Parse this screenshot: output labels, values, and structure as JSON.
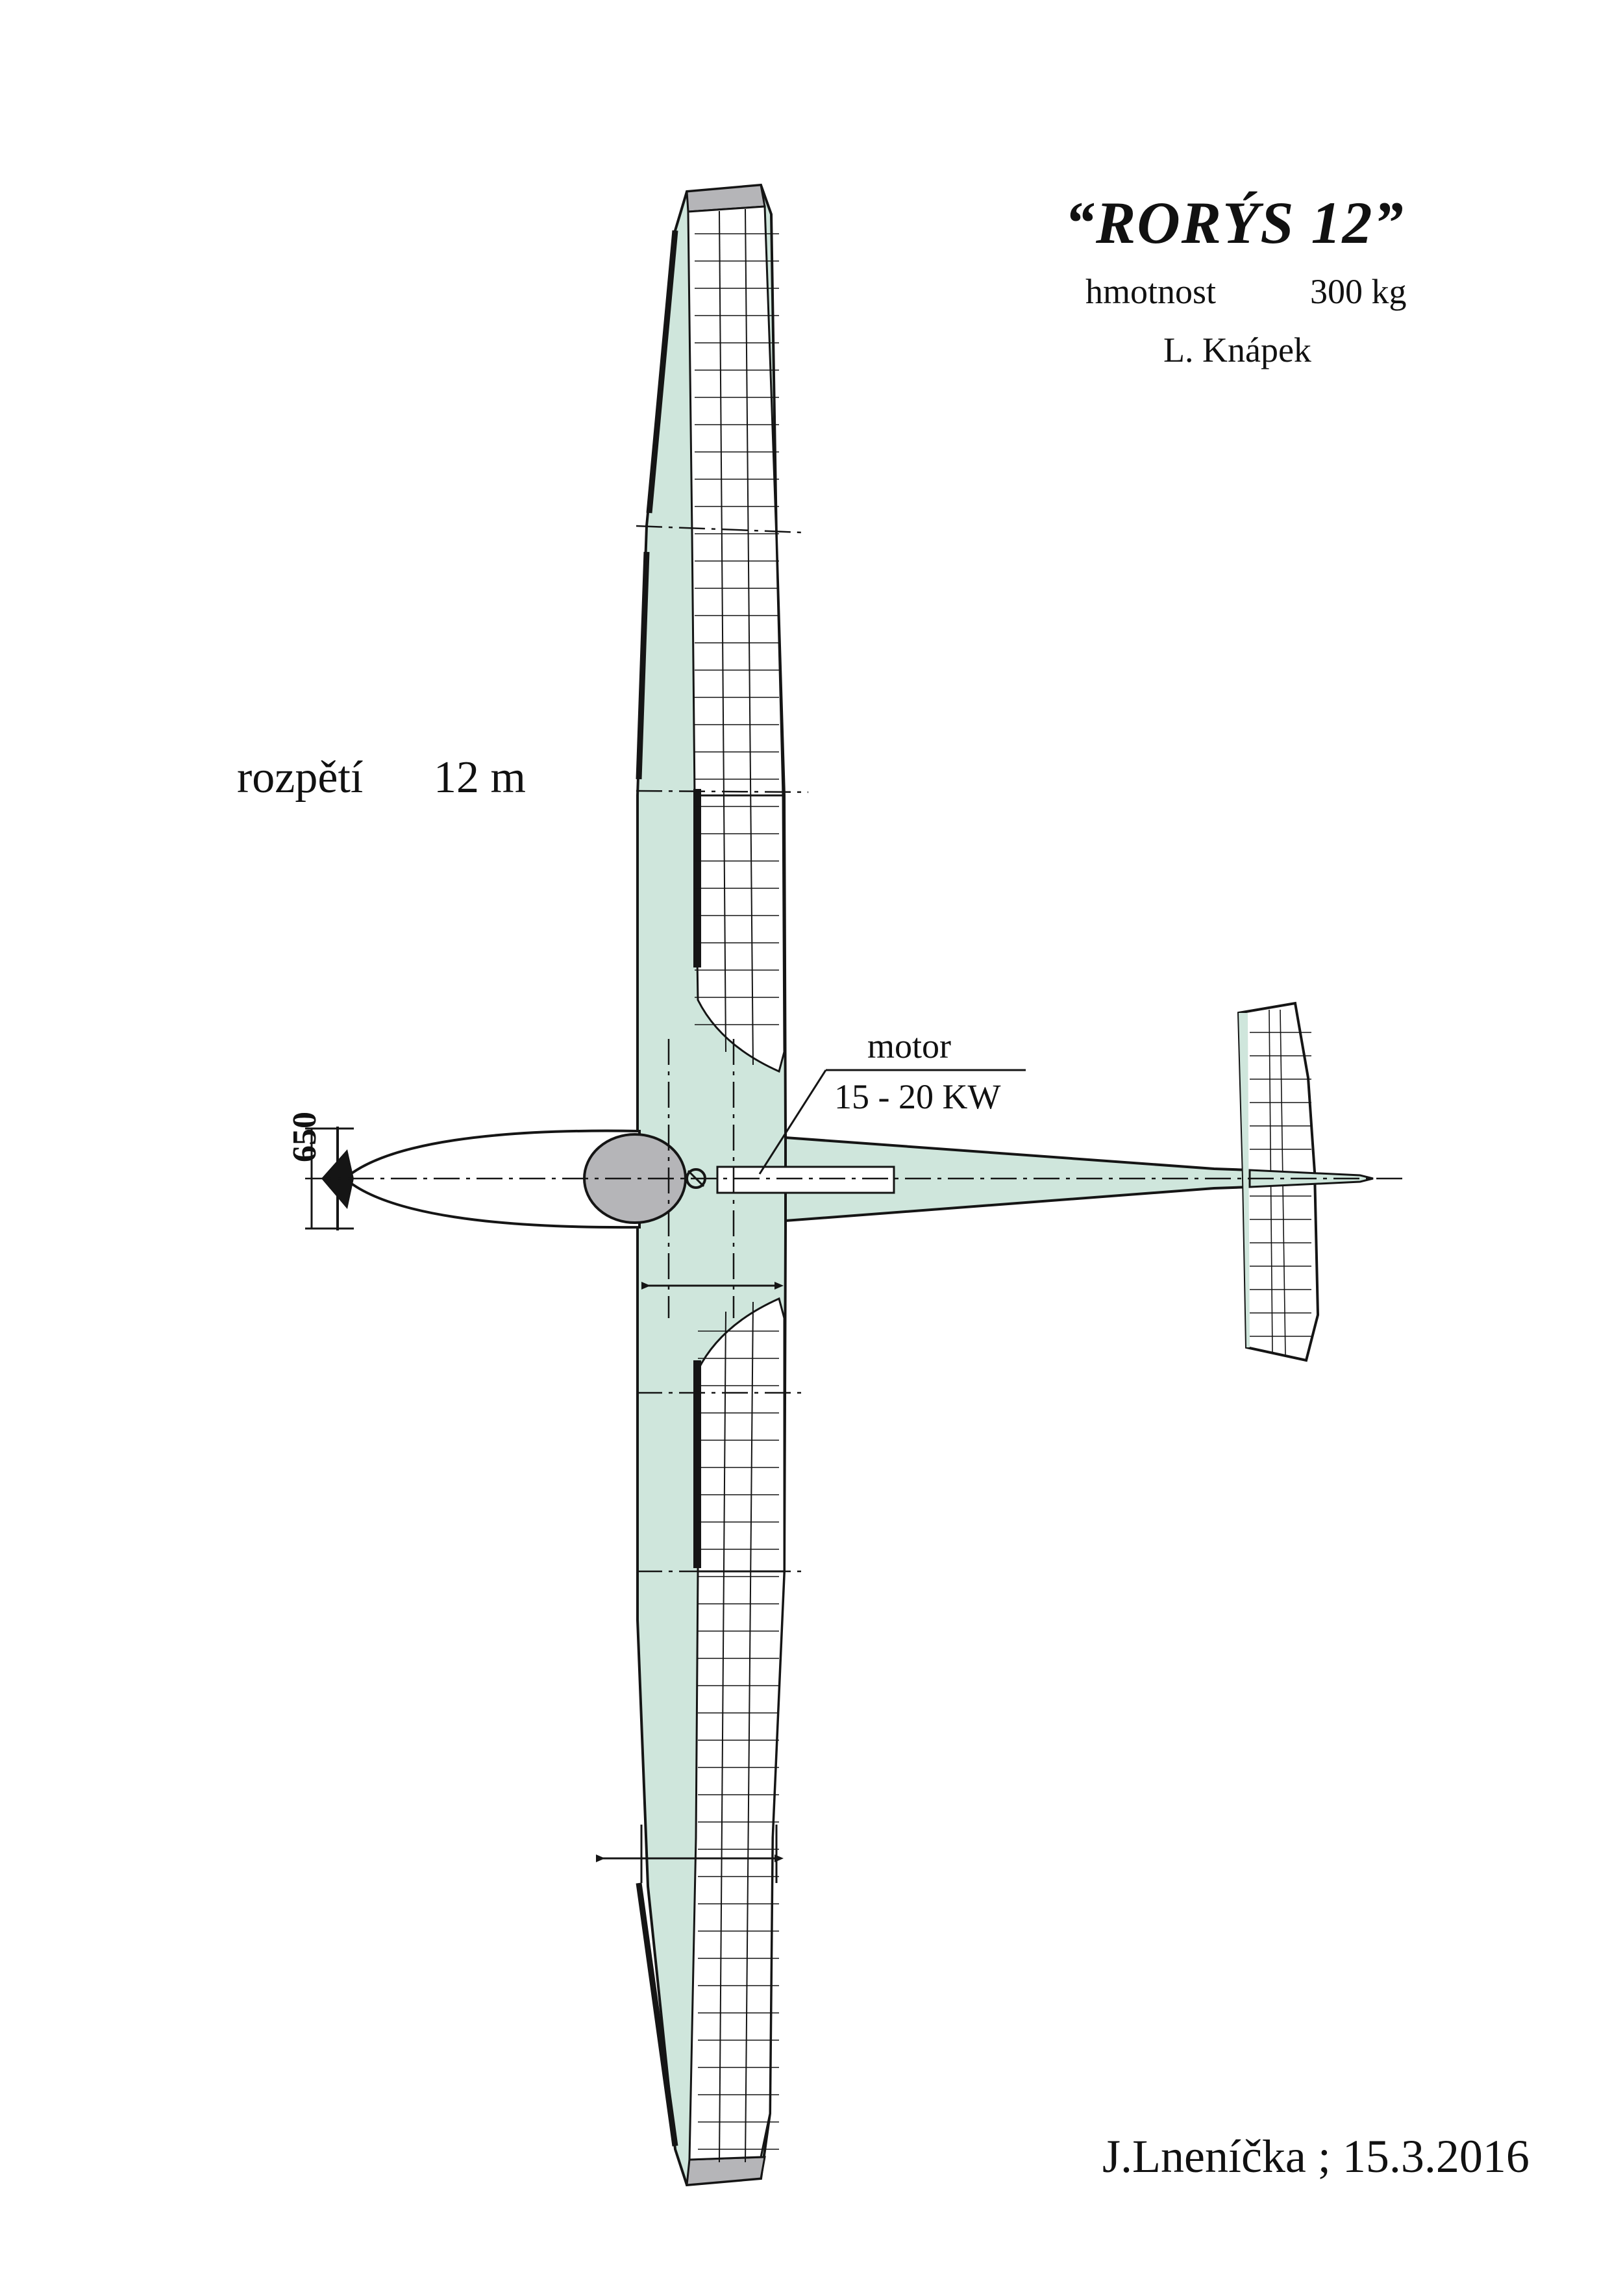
{
  "title": "“RORÝS 12”",
  "mass": {
    "label": "hmotnost",
    "value": "300 kg"
  },
  "designer": "L. Knápek",
  "wingspan": {
    "label": "rozpětí",
    "value": "12 m"
  },
  "motor": {
    "label": "motor",
    "power": "15 - 20 KW"
  },
  "propeller_dimension": "650",
  "signature": "J.Lneníčka ; 15.3.2016",
  "colors": {
    "wing_fill": "#cfe6dc",
    "line": "#151515",
    "grey_parts": "#b5b5b8",
    "paper": "#ffffff"
  }
}
